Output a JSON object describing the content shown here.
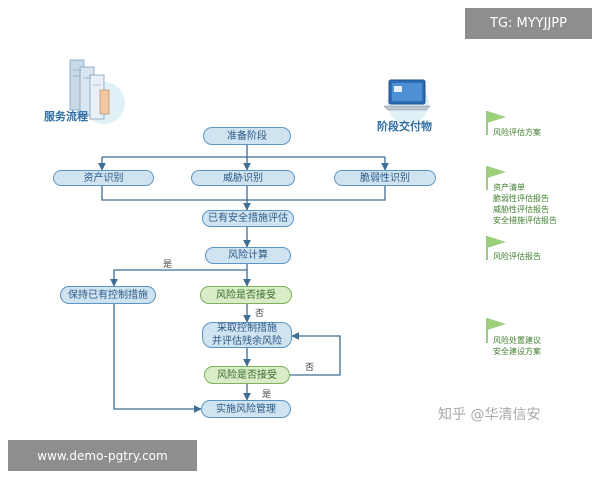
{
  "overlays": {
    "tag": "TG: MYYJJPP",
    "url": "www.demo-pgtry.com",
    "watermark": "知乎 @华清信安"
  },
  "headings": {
    "service_flow": "服务流程",
    "stage_deliverables": "阶段交付物"
  },
  "nodes": {
    "prepare": "准备阶段",
    "asset_id": "资产识别",
    "threat_id": "威胁识别",
    "vuln_id": "脆弱性识别",
    "existing_measures": "已有安全措施评估",
    "risk_calc": "风险计算",
    "keep_controls": "保持已有控制措施",
    "risk_accept_1": "风险是否接受",
    "take_measures_line1": "采取控制措施",
    "take_measures_line2": "并评估残余风险",
    "risk_accept_2": "风险是否接受",
    "implement": "实施风险管理"
  },
  "edge_labels": {
    "yes_1": "是",
    "no_1": "否",
    "no_2": "否",
    "yes_2": "是"
  },
  "deliverables": [
    {
      "lines": [
        "风险评估方案"
      ]
    },
    {
      "lines": [
        "资产清单",
        "脆弱性评估报告",
        "威胁性评估报告",
        "安全措施评估报告"
      ]
    },
    {
      "lines": [
        "风险评估报告"
      ]
    },
    {
      "lines": [
        "风险处置建议",
        "安全建设方案"
      ]
    }
  ],
  "colors": {
    "node_fill": "#cfe3f1",
    "node_border": "#5b95c4",
    "decision_fill": "#d8ecc8",
    "decision_border": "#7fb05a",
    "arrow": "#3d6e96",
    "flag": "#9ccf7a"
  }
}
